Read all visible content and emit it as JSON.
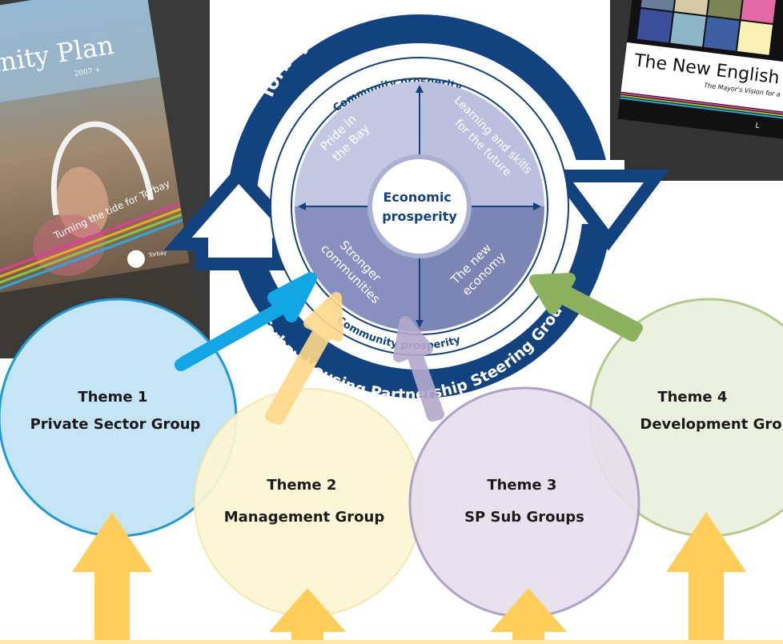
{
  "community_plan": {
    "title_fragment": "unity Plan",
    "year": "2007 +",
    "tagline": "Turning the tide for Torbay",
    "logo_text": "Torbay"
  },
  "new_english": {
    "title": "The New English R",
    "subtitle": "The Mayor's Vision for a",
    "corner_letter": "L"
  },
  "outer_ring": {
    "top_label": "Torbay Strategic Partnership",
    "bottom_label": "Torbay Housing Partnership Steering Group"
  },
  "inner_ring": {
    "top_label": "Community prosperity",
    "bottom_label": "Community prosperity"
  },
  "center_label": [
    "Economic",
    "prosperity"
  ],
  "quadrants": {
    "top_left": [
      "Pride in",
      "the Bay"
    ],
    "top_right": [
      "Learning and skills",
      "for the future"
    ],
    "bottom_left": [
      "Stronger",
      "communities"
    ],
    "bottom_right": [
      "The new",
      "economy"
    ]
  },
  "themes": [
    {
      "number": "Theme 1",
      "name": "Private Sector Group",
      "color": "#c5e4f5",
      "stroke": "#1f9ad6"
    },
    {
      "number": "Theme 2",
      "name": "Management Group",
      "color": "#fdf6d4",
      "stroke": "#f5e7a8"
    },
    {
      "number": "Theme 3",
      "name": "SP Sub Groups",
      "color": "#e6e0ec",
      "stroke": "#a99bc1"
    },
    {
      "number": "Theme 4",
      "name": "Development Gro",
      "color": "#ebf1de",
      "stroke": "#b4c98e"
    }
  ],
  "colors": {
    "navy": "#12437f",
    "inner_light": "#c4c8e2",
    "inner_dark": "#7b86b4",
    "arrow_yellow": "#ffcd5a",
    "dark_panel": "#3a3a3a"
  }
}
